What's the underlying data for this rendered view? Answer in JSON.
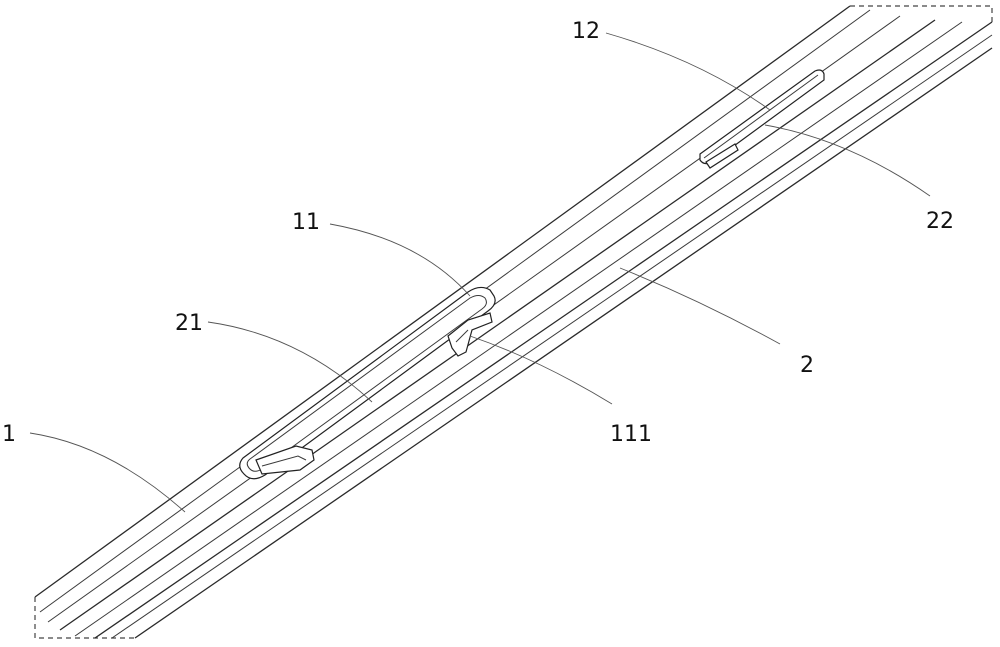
{
  "labels": {
    "l1": "1",
    "l2": "2",
    "l11": "11",
    "l12": "12",
    "l21": "21",
    "l22": "22",
    "l111": "111"
  }
}
